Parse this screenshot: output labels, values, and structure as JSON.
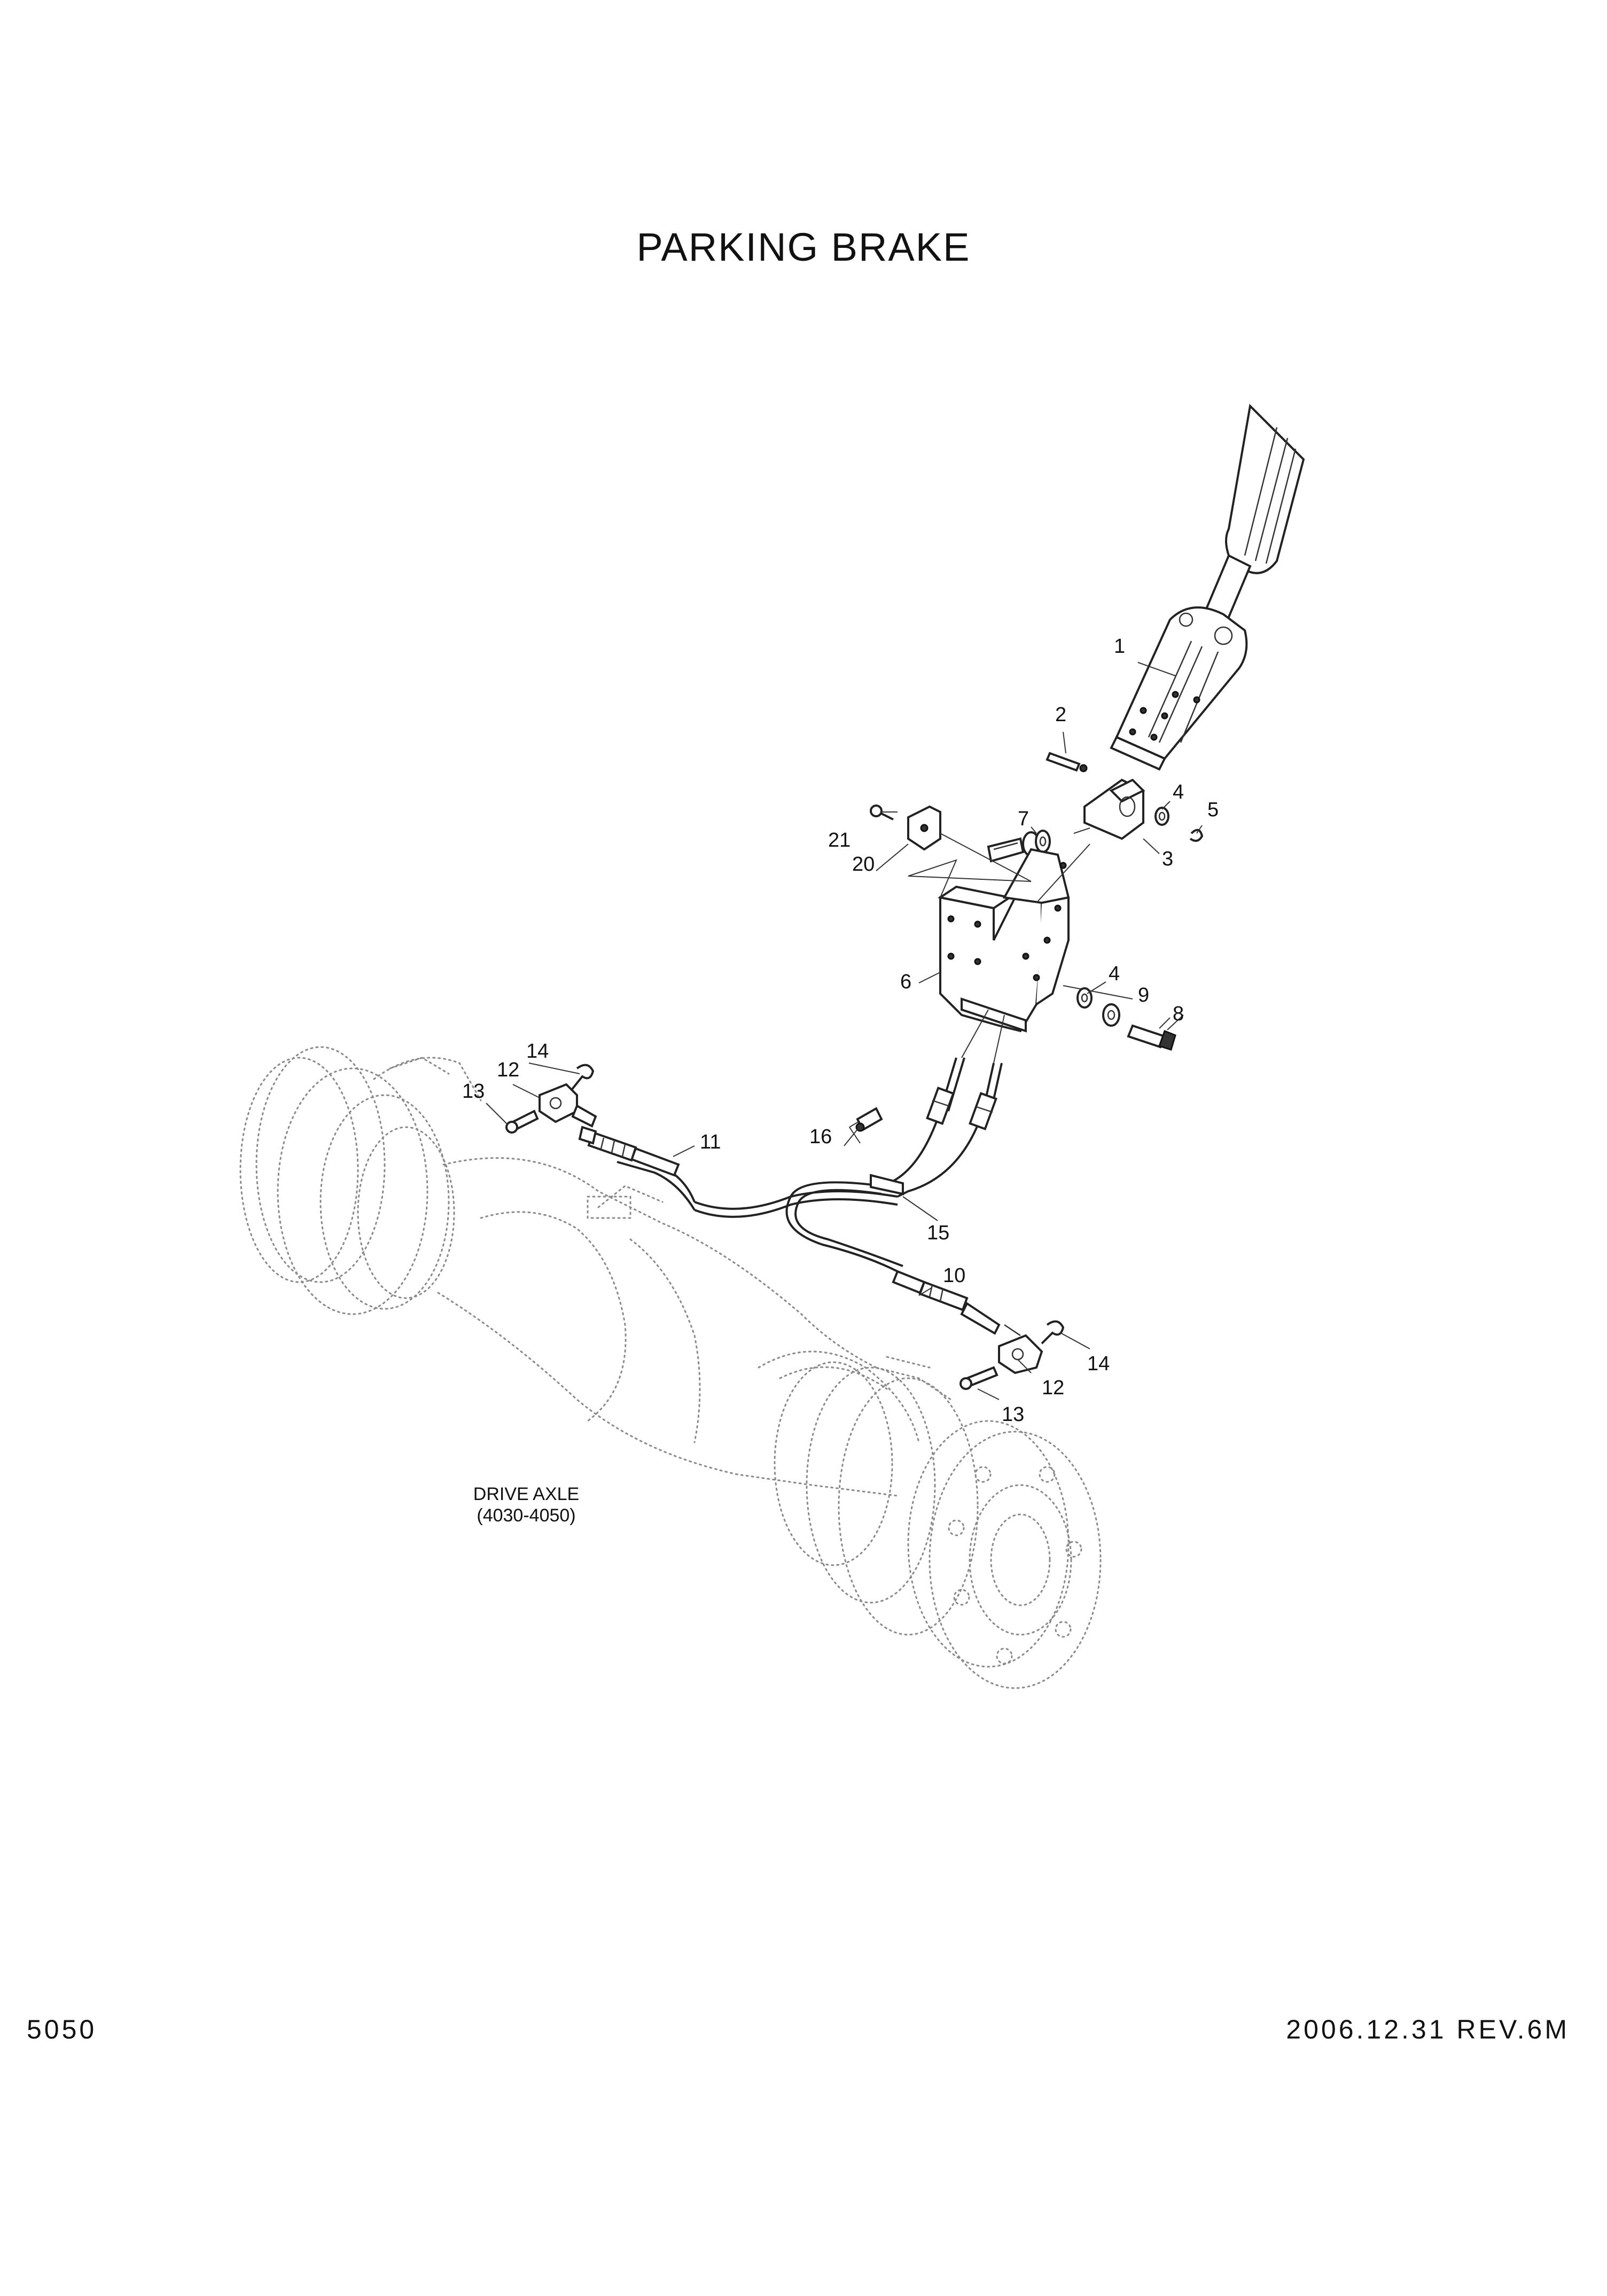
{
  "header": {
    "title": "PARKING BRAKE"
  },
  "footer": {
    "page_number": "5050",
    "revision": "2006.12.31 REV.6M"
  },
  "axle_label": {
    "line1": "DRIVE AXLE",
    "line2": "(4030-4050)"
  },
  "callouts": {
    "c1": "1",
    "c2": "2",
    "c3": "3",
    "c4a": "4",
    "c4b": "4",
    "c5": "5",
    "c6": "6",
    "c7": "7",
    "c8": "8",
    "c9": "9",
    "c10": "10",
    "c11": "11",
    "c12a": "12",
    "c12b": "12",
    "c13a": "13",
    "c13b": "13",
    "c14a": "14",
    "c14b": "14",
    "c15": "15",
    "c16": "16",
    "c20": "20",
    "c21": "21"
  }
}
